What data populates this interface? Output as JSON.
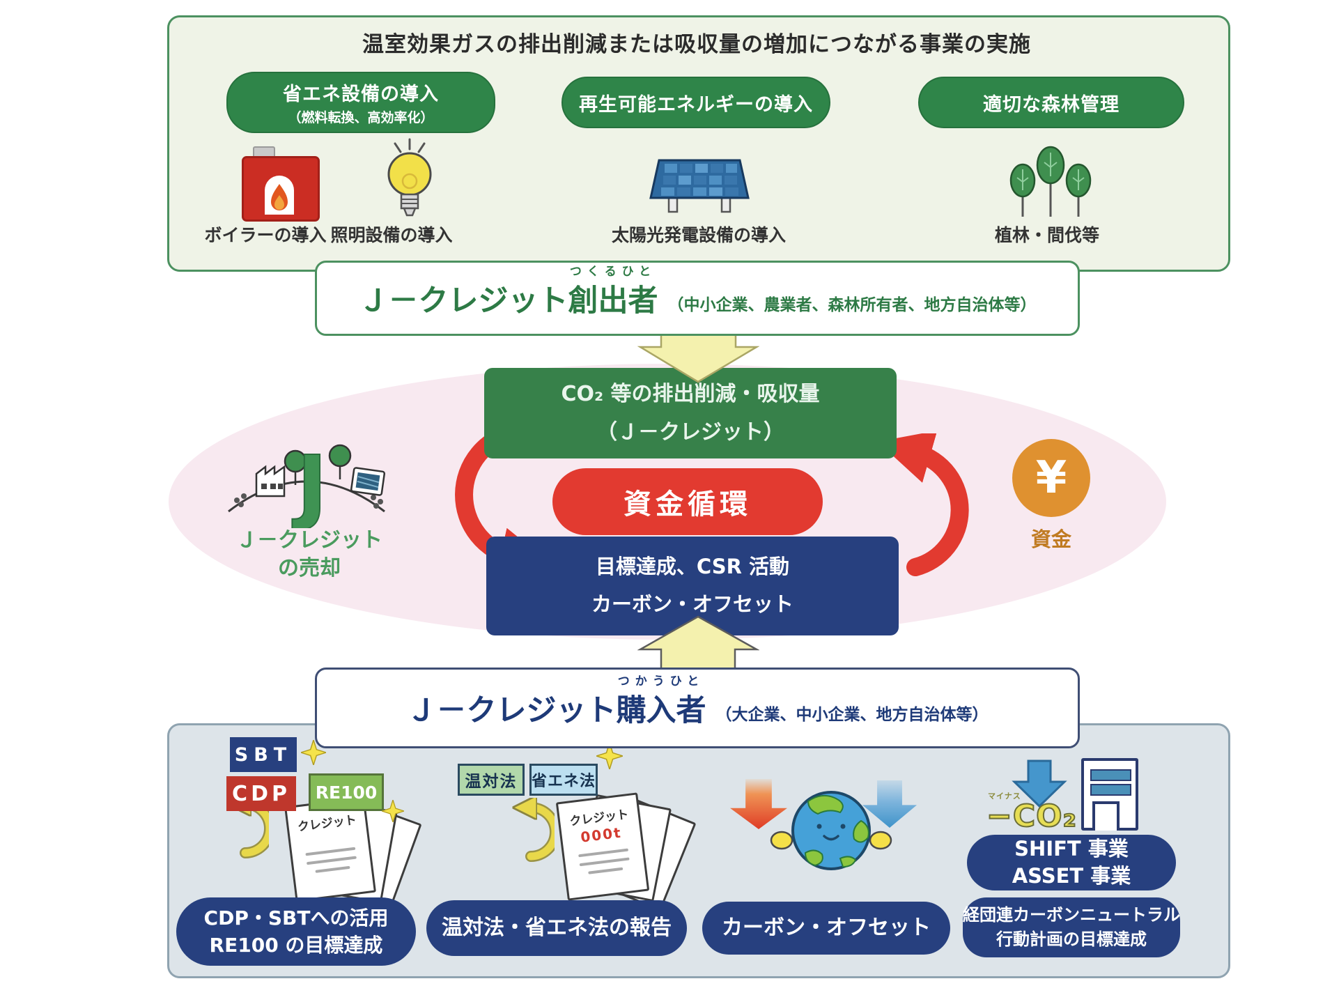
{
  "top_box": {
    "title": "温室効果ガスの排出削減または吸収量の増加につながる事業の実施",
    "pills": [
      {
        "label": "省エネ設備の導入",
        "sub": "（燃料転換、高効率化）"
      },
      {
        "label": "再生可能エネルギーの導入",
        "sub": ""
      },
      {
        "label": "適切な森林管理",
        "sub": ""
      }
    ],
    "icon_labels": [
      "ボイラーの導入",
      "照明設備の導入",
      "太陽光発電設備の導入",
      "植林・間伐等"
    ]
  },
  "creator_banner": {
    "title_prefix": "Ｊ－クレジット",
    "title_emphasis": "創出者",
    "furigana": "つくるひと",
    "subtitle": "（中小企業、農業者、森林所有者、地方自治体等）"
  },
  "cycle": {
    "credit_box_line1": "CO₂ 等の排出削減・吸収量",
    "credit_box_line2": "（Ｊ－クレジット）",
    "fund_cycle_label": "資金循環",
    "goal_box_line1": "目標達成、CSR 活動",
    "goal_box_line2": "カーボン・オフセット",
    "sell_label_line1": "Ｊ－クレジット",
    "sell_label_line2": "の売却",
    "yen_symbol": "¥",
    "fund_label": "資金"
  },
  "purchaser_banner": {
    "title_prefix": "Ｊ－クレジット",
    "title_emphasis": "購入者",
    "furigana": "つかうひと",
    "subtitle": "（大企業、中小企業、地方自治体等）"
  },
  "bottom": {
    "section1": {
      "badge_sbt": "SBT",
      "badge_cdp": "CDP",
      "badge_re100": "RE100",
      "doc_label": "クレジット",
      "pill_line1": "CDP・SBTへの活用",
      "pill_line2": "RE100 の目標達成"
    },
    "section2": {
      "badge_ontai": "温対法",
      "badge_shoene": "省エネ法",
      "doc_label": "クレジット",
      "doc_value": "000t",
      "pill": "温対法・省エネ法の報告"
    },
    "section3": {
      "pill": "カーボン・オフセット"
    },
    "section4": {
      "minus_co2": "−CO₂",
      "minus_furigana": "マイナス",
      "pill1_line1": "SHIFT 事業",
      "pill1_line2": "ASSET 事業",
      "pill2_line1": "経団連カーボンニュートラル",
      "pill2_line2": "行動計画の目標達成"
    }
  },
  "colors": {
    "green_accent": "#2f8549",
    "dark_green_box": "#37814a",
    "red_accent": "#e23a30",
    "navy_accent": "#27407f",
    "orange_accent": "#df9130",
    "pink_ellipse": "#f8e9f0",
    "top_box_bg": "#eff3e7",
    "bottom_box_bg": "#dde4e9",
    "yellow_arrow": "#f4f1ae"
  }
}
